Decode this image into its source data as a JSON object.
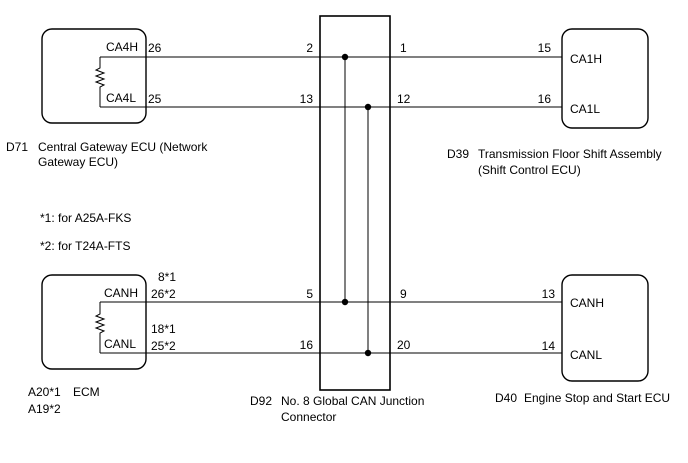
{
  "notes": {
    "note1": "*1: for A25A-FKS",
    "note2": "*2: for T24A-FTS"
  },
  "d71": {
    "code": "D71",
    "name_line1": "Central Gateway ECU (Network",
    "name_line2": "Gateway ECU)",
    "high_label": "CA4H",
    "low_label": "CA4L",
    "high_pin": "26",
    "low_pin": "25"
  },
  "d39": {
    "code": "D39",
    "name_line1": "Transmission Floor Shift Assembly",
    "name_line2": "(Shift Control ECU)",
    "high_label": "CA1H",
    "low_label": "CA1L",
    "high_pin": "15",
    "low_pin": "16"
  },
  "ecm": {
    "code_line1": "A20*1",
    "code_line2": "A19*2",
    "name": "ECM",
    "high_label": "CANH",
    "low_label": "CANL",
    "high_pin_line1": "8*1",
    "high_pin_line2": "26*2",
    "low_pin_line1": "18*1",
    "low_pin_line2": "25*2"
  },
  "d40": {
    "code": "D40",
    "name": "Engine Stop and Start ECU",
    "high_label": "CANH",
    "low_label": "CANL",
    "high_pin": "13",
    "low_pin": "14"
  },
  "d92": {
    "code": "D92",
    "name_line1": "No. 8 Global CAN Junction",
    "name_line2": "Connector",
    "pins": {
      "left_top_h": "2",
      "left_top_l": "13",
      "right_top_h": "1",
      "right_top_l": "12",
      "left_bottom_h": "5",
      "left_bottom_l": "16",
      "right_bottom_h": "9",
      "right_bottom_l": "20"
    }
  }
}
